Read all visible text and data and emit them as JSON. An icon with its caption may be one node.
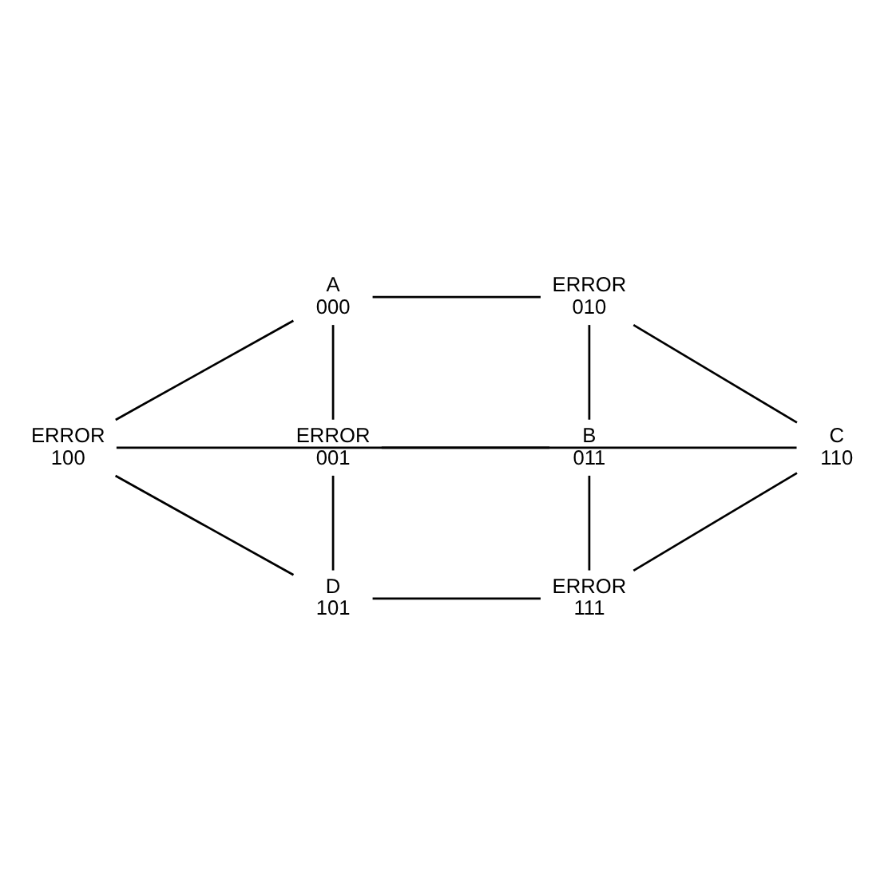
{
  "diagram": {
    "nodes": [
      {
        "text": [
          "A",
          "000"
        ]
      },
      {
        "text": [
          "ERROR",
          "010"
        ]
      },
      {
        "text": [
          "ERROR",
          "001"
        ]
      },
      {
        "text": [
          "B",
          "011"
        ]
      },
      {
        "text": [
          "ERROR",
          "100"
        ]
      },
      {
        "text": [
          "C",
          "110"
        ]
      },
      {
        "text": [
          "D",
          "101"
        ]
      },
      {
        "text": [
          "ERROR",
          "111"
        ]
      }
    ],
    "edges": [
      {
        "from": 0,
        "to": 1,
        "arrow": "none"
      },
      {
        "from": 0,
        "to": 2,
        "arrow": "none"
      },
      {
        "from": 1,
        "to": 3,
        "arrow": "none"
      },
      {
        "from": 2,
        "to": 3,
        "arrow": "none"
      },
      {
        "from": 0,
        "to": 4,
        "arrow": "none"
      },
      {
        "from": 1,
        "to": 5,
        "arrow": "none"
      },
      {
        "from": 2,
        "to": 6,
        "arrow": "none"
      },
      {
        "from": 3,
        "to": 7,
        "arrow": "none"
      },
      {
        "from": 4,
        "to": 5,
        "arrow": "none"
      },
      {
        "from": 4,
        "to": 6,
        "arrow": "none"
      },
      {
        "from": 5,
        "to": 7,
        "arrow": "none"
      },
      {
        "from": 6,
        "to": 7,
        "arrow": "none"
      }
    ]
  }
}
